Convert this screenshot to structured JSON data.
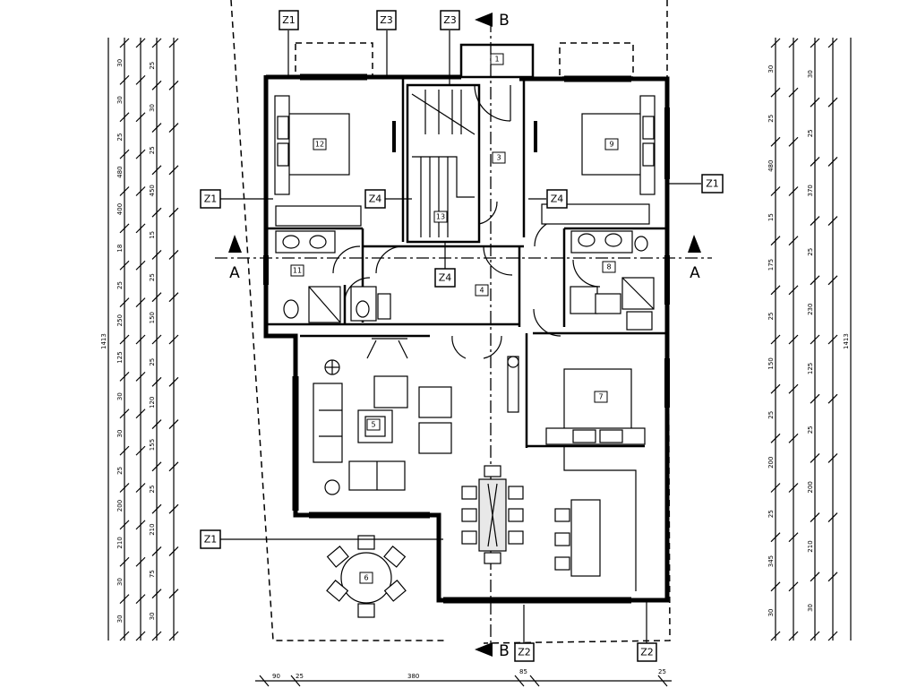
{
  "drawing": {
    "section_a_label": "A",
    "section_b_label": "B"
  },
  "wall_tags": {
    "z1_top_left": "Z1",
    "z3_top_mid": "Z3",
    "z3_top_stair": "Z3",
    "z1_right": "Z1",
    "z1_left": "Z1",
    "z4_left": "Z4",
    "z4_right": "Z4",
    "z4_mid": "Z4",
    "z1_bottom_left": "Z1",
    "z2_bottom_mid": "Z2",
    "z2_bottom_right": "Z2"
  },
  "room_numbers": {
    "bedroom_left": "12",
    "bedroom_right": "9",
    "bath_left": "11",
    "bath_right": "8",
    "stair": "13",
    "hall": "3",
    "corridor": "4",
    "bedroom_small": "7",
    "living": "5",
    "terrace": "6",
    "entrance": "1"
  },
  "dimensions": {
    "left_total": "1413",
    "right_total": "1413",
    "left_outer": [
      "30",
      "30",
      "25",
      "480",
      "400",
      "18",
      "25",
      "250",
      "125",
      "30",
      "30",
      "25",
      "200",
      "210",
      "30",
      "30"
    ],
    "left_inner": [
      "25",
      "30",
      "25",
      "450",
      "15",
      "25",
      "150",
      "25",
      "120",
      "155",
      "25",
      "210",
      "75",
      "30"
    ],
    "right_outer": [
      "30",
      "25",
      "480",
      "15",
      "175",
      "25",
      "150",
      "25",
      "200",
      "25",
      "345",
      "30"
    ],
    "right_inner": [
      "30",
      "25",
      "370",
      "25",
      "230",
      "125",
      "25",
      "200",
      "210",
      "30"
    ],
    "bottom": [
      "90",
      "25",
      "380",
      "85",
      "25"
    ]
  }
}
